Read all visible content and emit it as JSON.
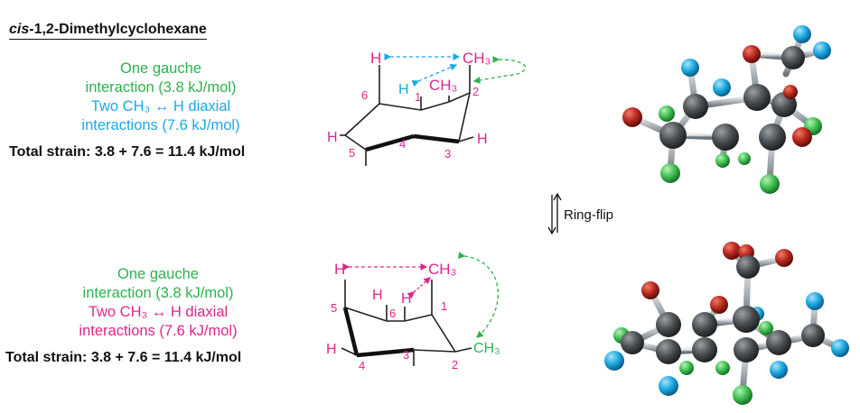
{
  "title": {
    "italic": "cis",
    "rest": "-1,2-Dimethylcyclohexane"
  },
  "top": {
    "gauche": [
      "One gauche",
      "interaction (3.8 kJ/mol)"
    ],
    "diaxial": [
      "Two CH₃ ↔ H diaxial",
      "interactions (7.6 kJ/mol)"
    ],
    "total": "Total strain: 3.8 + 7.6 = 11.4 kJ/mol",
    "labels": {
      "h_top": "H",
      "ch3_top": "CH₃",
      "h_mid": "H",
      "ch3_mid": "CH₃",
      "n6": "6",
      "n1": "1",
      "n2": "2",
      "n5": "5",
      "n4": "4",
      "n3": "3",
      "h_left": "H",
      "h_right": "H"
    }
  },
  "bottom": {
    "gauche": [
      "One gauche",
      "interaction (3.8 kJ/mol)"
    ],
    "diaxial": [
      "Two CH₃ ↔ H diaxial",
      "interactions (7.6 kJ/mol)"
    ],
    "total": "Total strain: 3.8 + 7.6 = 11.4 kJ/mol",
    "labels": {
      "h_top": "H",
      "ch3_top": "CH₃",
      "h_a": "H",
      "h_b": "H",
      "n5": "5",
      "n6": "6",
      "n1": "1",
      "n4": "4",
      "n3": "3",
      "n2": "2",
      "h_left": "H",
      "ch3_right": "CH₃"
    }
  },
  "ring_flip": "Ring-flip",
  "colors": {
    "green": "#2bb24c",
    "blue": "#19a9e5",
    "magenta": "#e0248a",
    "carbon": "#4a4f52",
    "oxygen_red": "#b8281e",
    "ball_green": "#3fbf4f",
    "ball_blue": "#1aa7e0"
  }
}
